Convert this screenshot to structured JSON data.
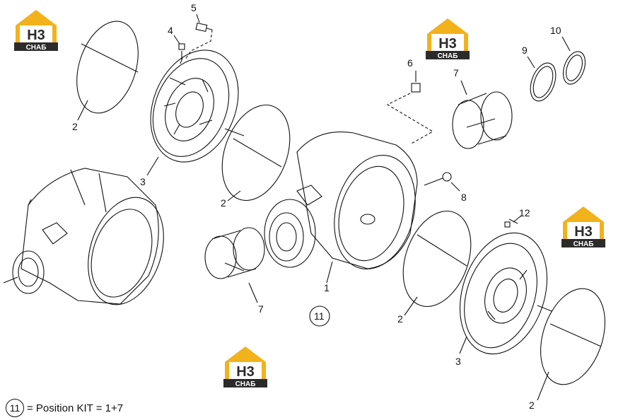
{
  "callouts": {
    "c1": "1",
    "c2a": "2",
    "c2b": "2",
    "c2c": "2",
    "c2d": "2",
    "c3a": "3",
    "c3b": "3",
    "c4": "4",
    "c5": "5",
    "c6": "6",
    "c7a": "7",
    "c7b": "7",
    "c8": "8",
    "c9": "9",
    "c10": "10",
    "c11": "11",
    "c12": "12"
  },
  "legend": {
    "circle_label": "11",
    "text": "= Position KIT = 1+7"
  },
  "logo": {
    "top_text": "H3",
    "bottom_text": "СНАБ"
  },
  "colors": {
    "logo_yellow": "#f2b21c",
    "logo_dark": "#2b2b2b",
    "line": "#111111"
  }
}
